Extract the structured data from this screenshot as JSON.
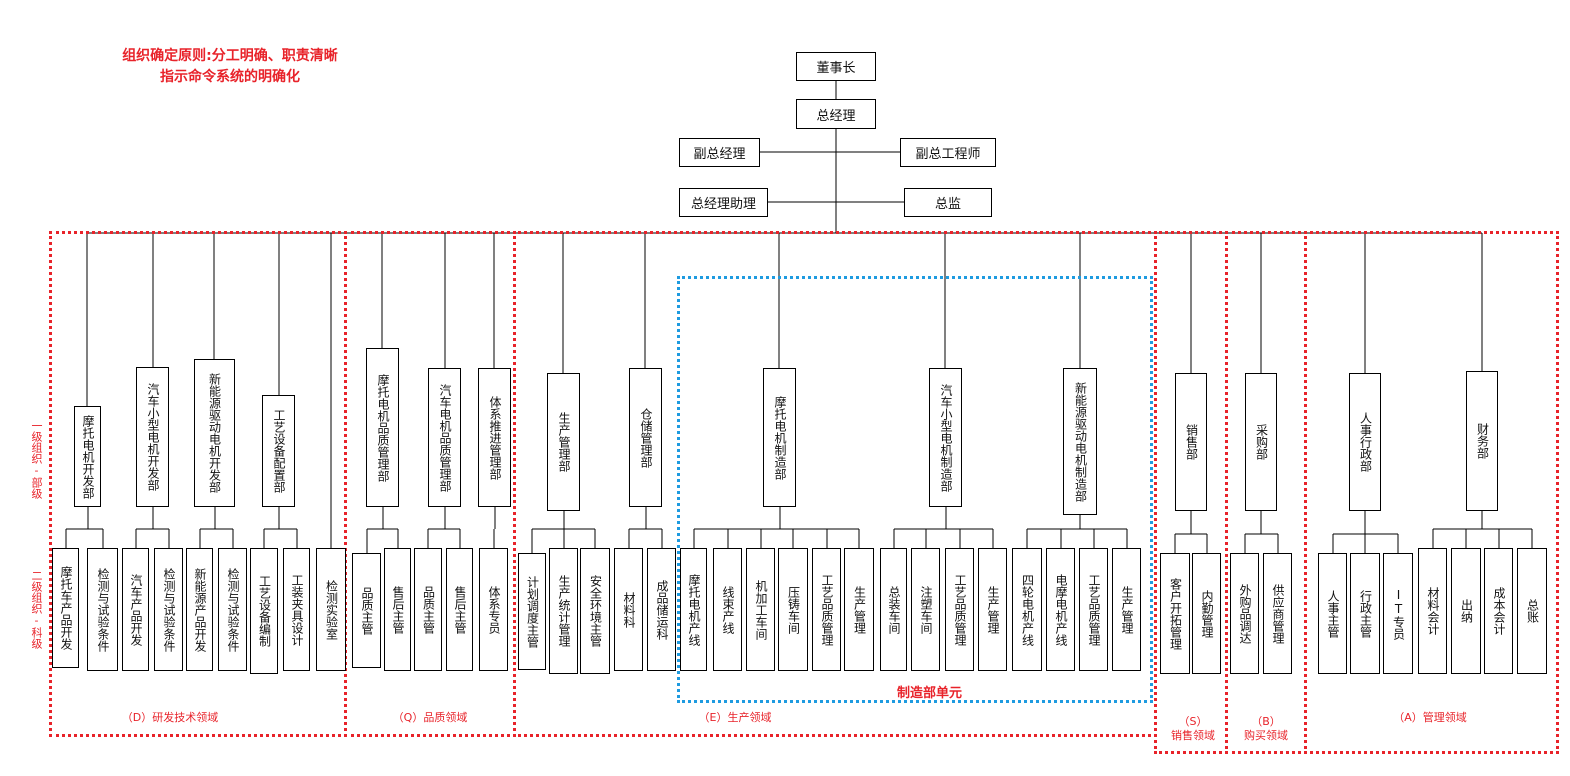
{
  "principle": {
    "line1": "组织确定原则:分工明确、职责清晰",
    "line2": "指示命令系统的明确化"
  },
  "side_labels": {
    "level1": "一级组织-部级",
    "level2": "二级组织-科级"
  },
  "executive": {
    "chairman": "董事长",
    "general_manager": "总经理",
    "deputy_gm": "副总经理",
    "deputy_chief_engineer": "副总工程师",
    "gm_assistant": "总经理助理",
    "director": "总监"
  },
  "departments": [
    {
      "label": "摩托电机开发部",
      "sections": [
        "摩托车产品开发",
        "检测与试验条件"
      ]
    },
    {
      "label": "汽车小型电机开发部",
      "sections": [
        "汽车产品开发",
        "检测与试验条件"
      ]
    },
    {
      "label": "新能源驱动电机开发部",
      "sections": [
        "新能源产品开发",
        "检测与试验条件"
      ]
    },
    {
      "label": "工艺设备配置部",
      "sections": [
        "工艺设备编制",
        "工装夹具设计"
      ]
    },
    {
      "label": "",
      "sections": [
        "检测实验室"
      ]
    },
    {
      "label": "摩托电机品质管理部",
      "sections": [
        "品质主管",
        "售后主管"
      ]
    },
    {
      "label": "汽车电机品质管理部",
      "sections": [
        "品质主管",
        "售后主管"
      ]
    },
    {
      "label": "体系推进管理部",
      "sections": [
        "体系专员"
      ]
    },
    {
      "label": "生产管理部",
      "sections": [
        "计划调度主管",
        "生产统计管理",
        "安全环境主管"
      ]
    },
    {
      "label": "仓储管理部",
      "sections": [
        "材料科",
        "成品储运科"
      ]
    },
    {
      "label": "摩托电机制造部",
      "sections": [
        "摩托电机产线",
        "线束产线",
        "机加工车间",
        "压铸车间",
        "工艺品质管理",
        "生产管理"
      ]
    },
    {
      "label": "汽车小型电机制造部",
      "sections": [
        "总装车间",
        "注塑车间",
        "工艺品质管理",
        "生产管理"
      ]
    },
    {
      "label": "新能源驱动电机制造部",
      "sections": [
        "四轮电机产线",
        "电摩电机产线",
        "工艺品质管理",
        "生产管理"
      ]
    },
    {
      "label": "销售部",
      "sections": [
        "客户开拓管理",
        "内勤管理"
      ]
    },
    {
      "label": "采购部",
      "sections": [
        "外购品调达",
        "供应商管理"
      ]
    },
    {
      "label": "人事行政部",
      "sections": [
        "人事主管",
        "行政主管",
        "IT专员"
      ]
    },
    {
      "label": "财务部",
      "sections": [
        "材料会计",
        "出纳",
        "成本会计",
        "总账"
      ]
    }
  ],
  "regions": {
    "d": "（D）研发技术领域",
    "q": "（Q）品质领域",
    "e": "（E）生产领域",
    "s1": "（S）",
    "s2": "销售领域",
    "b1": "（B）",
    "b2": "购买领域",
    "a": "（A）管理领域",
    "manufacturing_unit": "制造部单元"
  },
  "colors": {
    "region_border": "#e8232a",
    "manufacturing_border": "#1e9be0",
    "label_text": "#e8232a",
    "line": "#000000"
  }
}
